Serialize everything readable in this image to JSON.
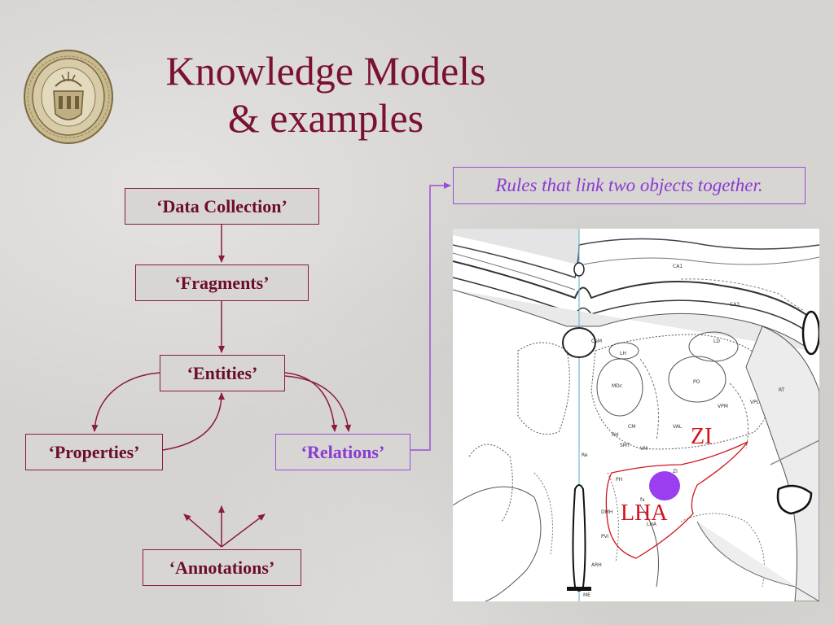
{
  "slide": {
    "title_line1": "Knowledge Models",
    "title_line2": "& examples",
    "seal_icon": "university-seal-icon"
  },
  "diagram": {
    "nodes": {
      "data_collection": "‘Data Collection’",
      "fragments": "‘Fragments’",
      "entities": "‘Entities’",
      "properties": "‘Properties’",
      "relations": "‘Relations’",
      "annotations": "‘Annotations’"
    },
    "callout": "Rules that link two objects together."
  },
  "atlas": {
    "labels": {
      "zi": "ZI",
      "lha": "LHA"
    },
    "small_labels": [
      "CA1",
      "CA3",
      "LD",
      "LH",
      "MDc",
      "PO",
      "VPM",
      "VPL",
      "CM",
      "RH",
      "SMT",
      "VM",
      "Re",
      "ZI",
      "LHA",
      "PH",
      "DMH",
      "PVi",
      "ARH",
      "ME",
      "RT",
      "CeM",
      "VAL",
      "fx"
    ],
    "highlight_color": "#9a3ef0",
    "outline_color": "#d0141c"
  },
  "colors": {
    "title": "#7a1130",
    "box_border": "#8a1d3d",
    "relation_accent": "#9b4dd6"
  }
}
